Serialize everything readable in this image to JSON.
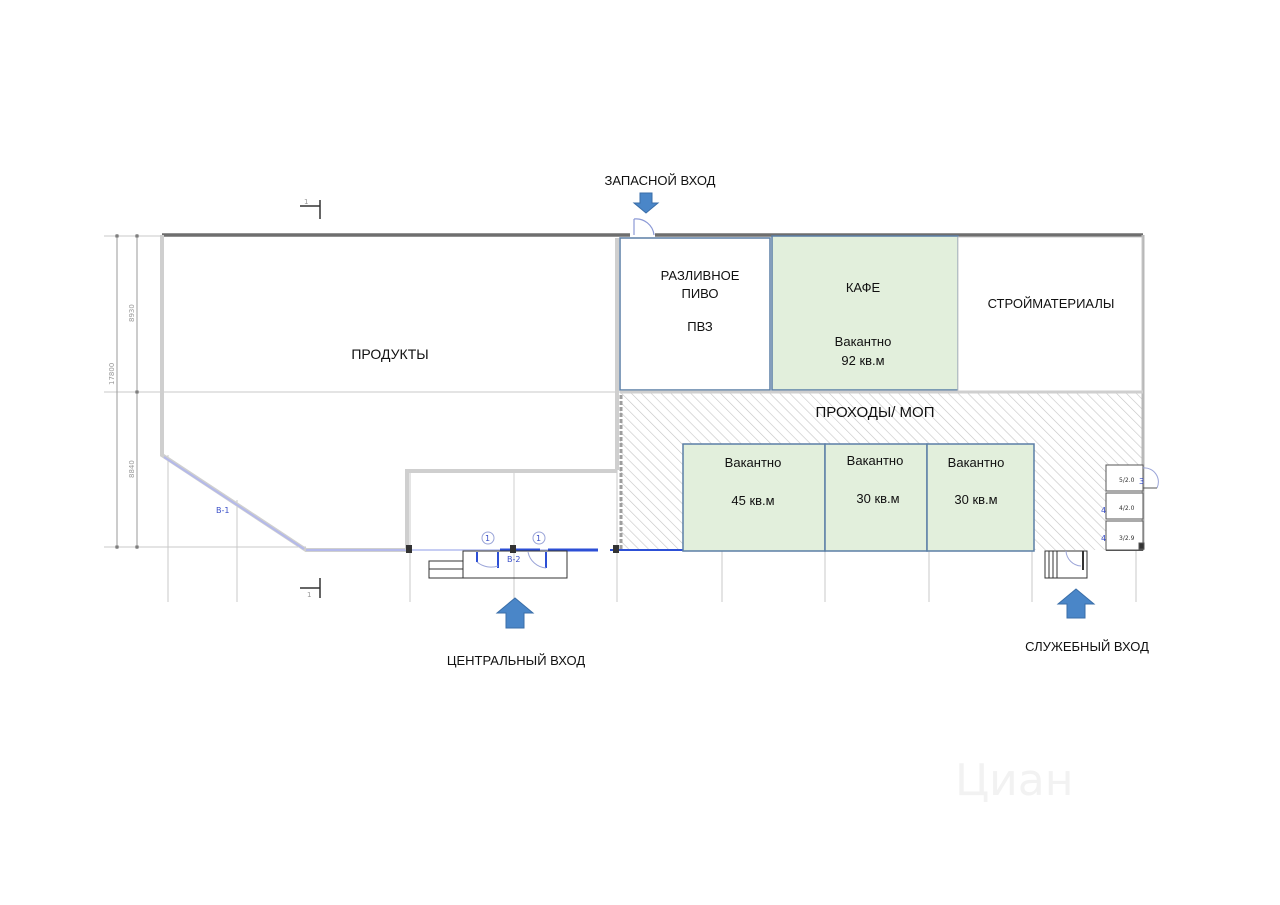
{
  "rooms": {
    "produkty": {
      "name": "ПРОДУКТЫ"
    },
    "pivo": {
      "line1": "РАЗЛИВНОЕ",
      "line2": "ПИВО",
      "line3": "ПВЗ"
    },
    "kafe": {
      "name": "КАФЕ",
      "status": "Вакантно",
      "area": "92 кв.м"
    },
    "stroy": {
      "name": "СТРОЙМАТЕРИАЛЫ"
    },
    "mop": {
      "name": "ПРОХОДЫ/ МОП"
    },
    "vacant": [
      {
        "status": "Вакантно",
        "area": "45 кв.м"
      },
      {
        "status": "Вакантно",
        "area": "30 кв.м"
      },
      {
        "status": "Вакантно",
        "area": "30 кв.м"
      }
    ]
  },
  "entrances": {
    "reserve": "ЗАПАСНОЙ ВХОД",
    "central": "ЦЕНТРАЛЬНЫЙ ВХОД",
    "service": "СЛУЖЕБНЫЙ ВХОД"
  },
  "drawing_marks": {
    "window_b1": "В-1",
    "window_b2": "В-2",
    "door_tag": "1",
    "door_tag_3": "3",
    "door_tag_4": "4",
    "section_top": "1",
    "section_bottom": "1",
    "dim_total": "17800",
    "dim_upper": "8930",
    "dim_lower": "8840",
    "frac_1": "5/2.0",
    "frac_2": "4/2.0",
    "frac_3": "3/2.9"
  },
  "colors": {
    "vacant_fill": "#e2efdc",
    "room_border": "#5b7fa6",
    "arrow": "#4a86c8",
    "wall": "#c9c9c9",
    "glazing": "#2c4fd6",
    "hatch": "#bdbdbd"
  },
  "watermark": "Циан"
}
